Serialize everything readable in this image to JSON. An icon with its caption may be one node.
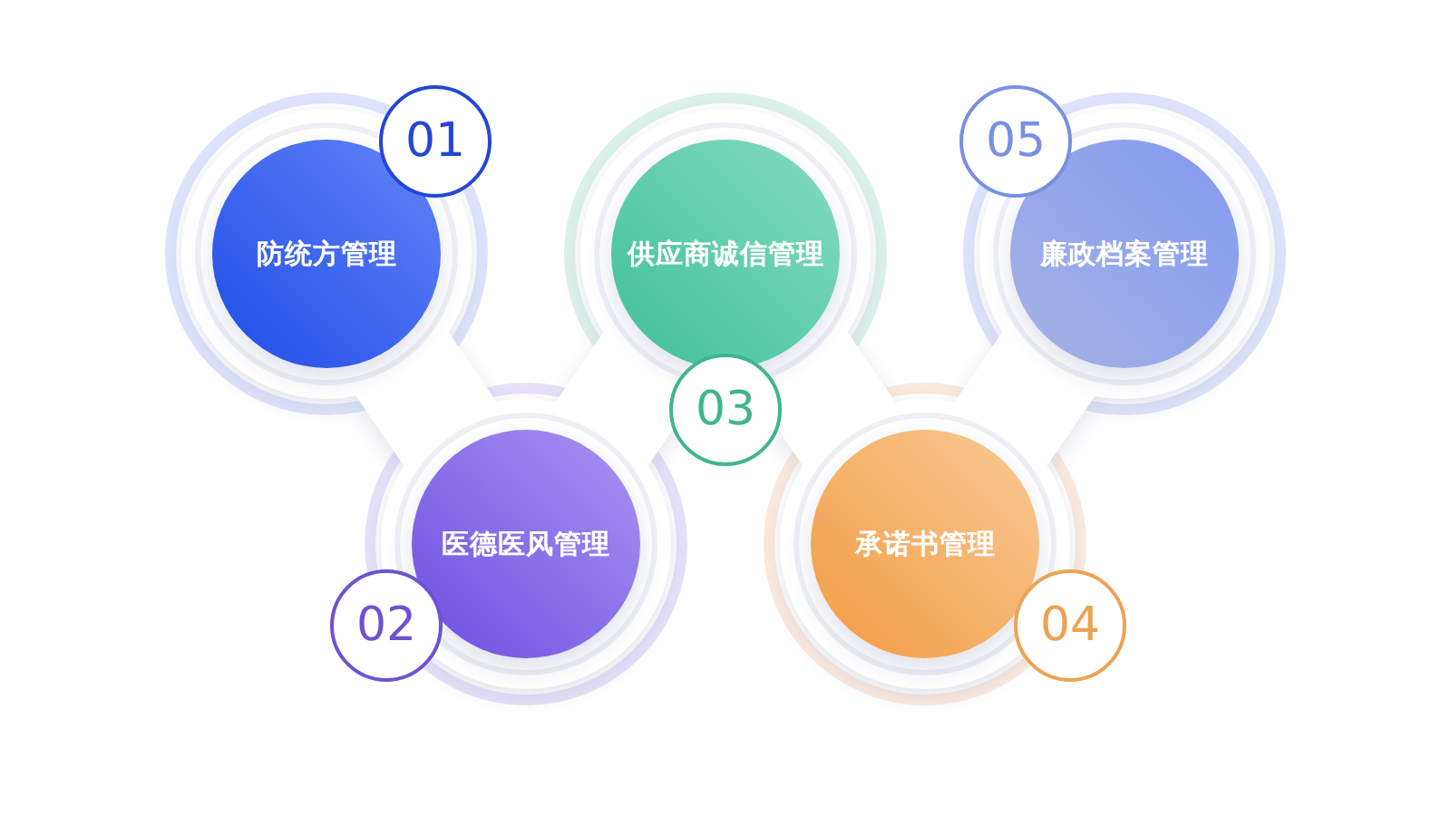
{
  "diagram": {
    "nodes": [
      {
        "text": [
          "01"
        ]
      },
      {
        "text": [
          "防统方管理"
        ]
      },
      {
        "text": [
          "02"
        ]
      },
      {
        "text": [
          "医德医风管理"
        ]
      },
      {
        "text": [
          "03"
        ]
      },
      {
        "text": [
          "供应商诚信管理"
        ]
      },
      {
        "text": [
          "04"
        ]
      },
      {
        "text": [
          "承诺书管理"
        ]
      },
      {
        "text": [
          "05"
        ]
      },
      {
        "text": [
          "廉政档案管理"
        ]
      }
    ]
  }
}
